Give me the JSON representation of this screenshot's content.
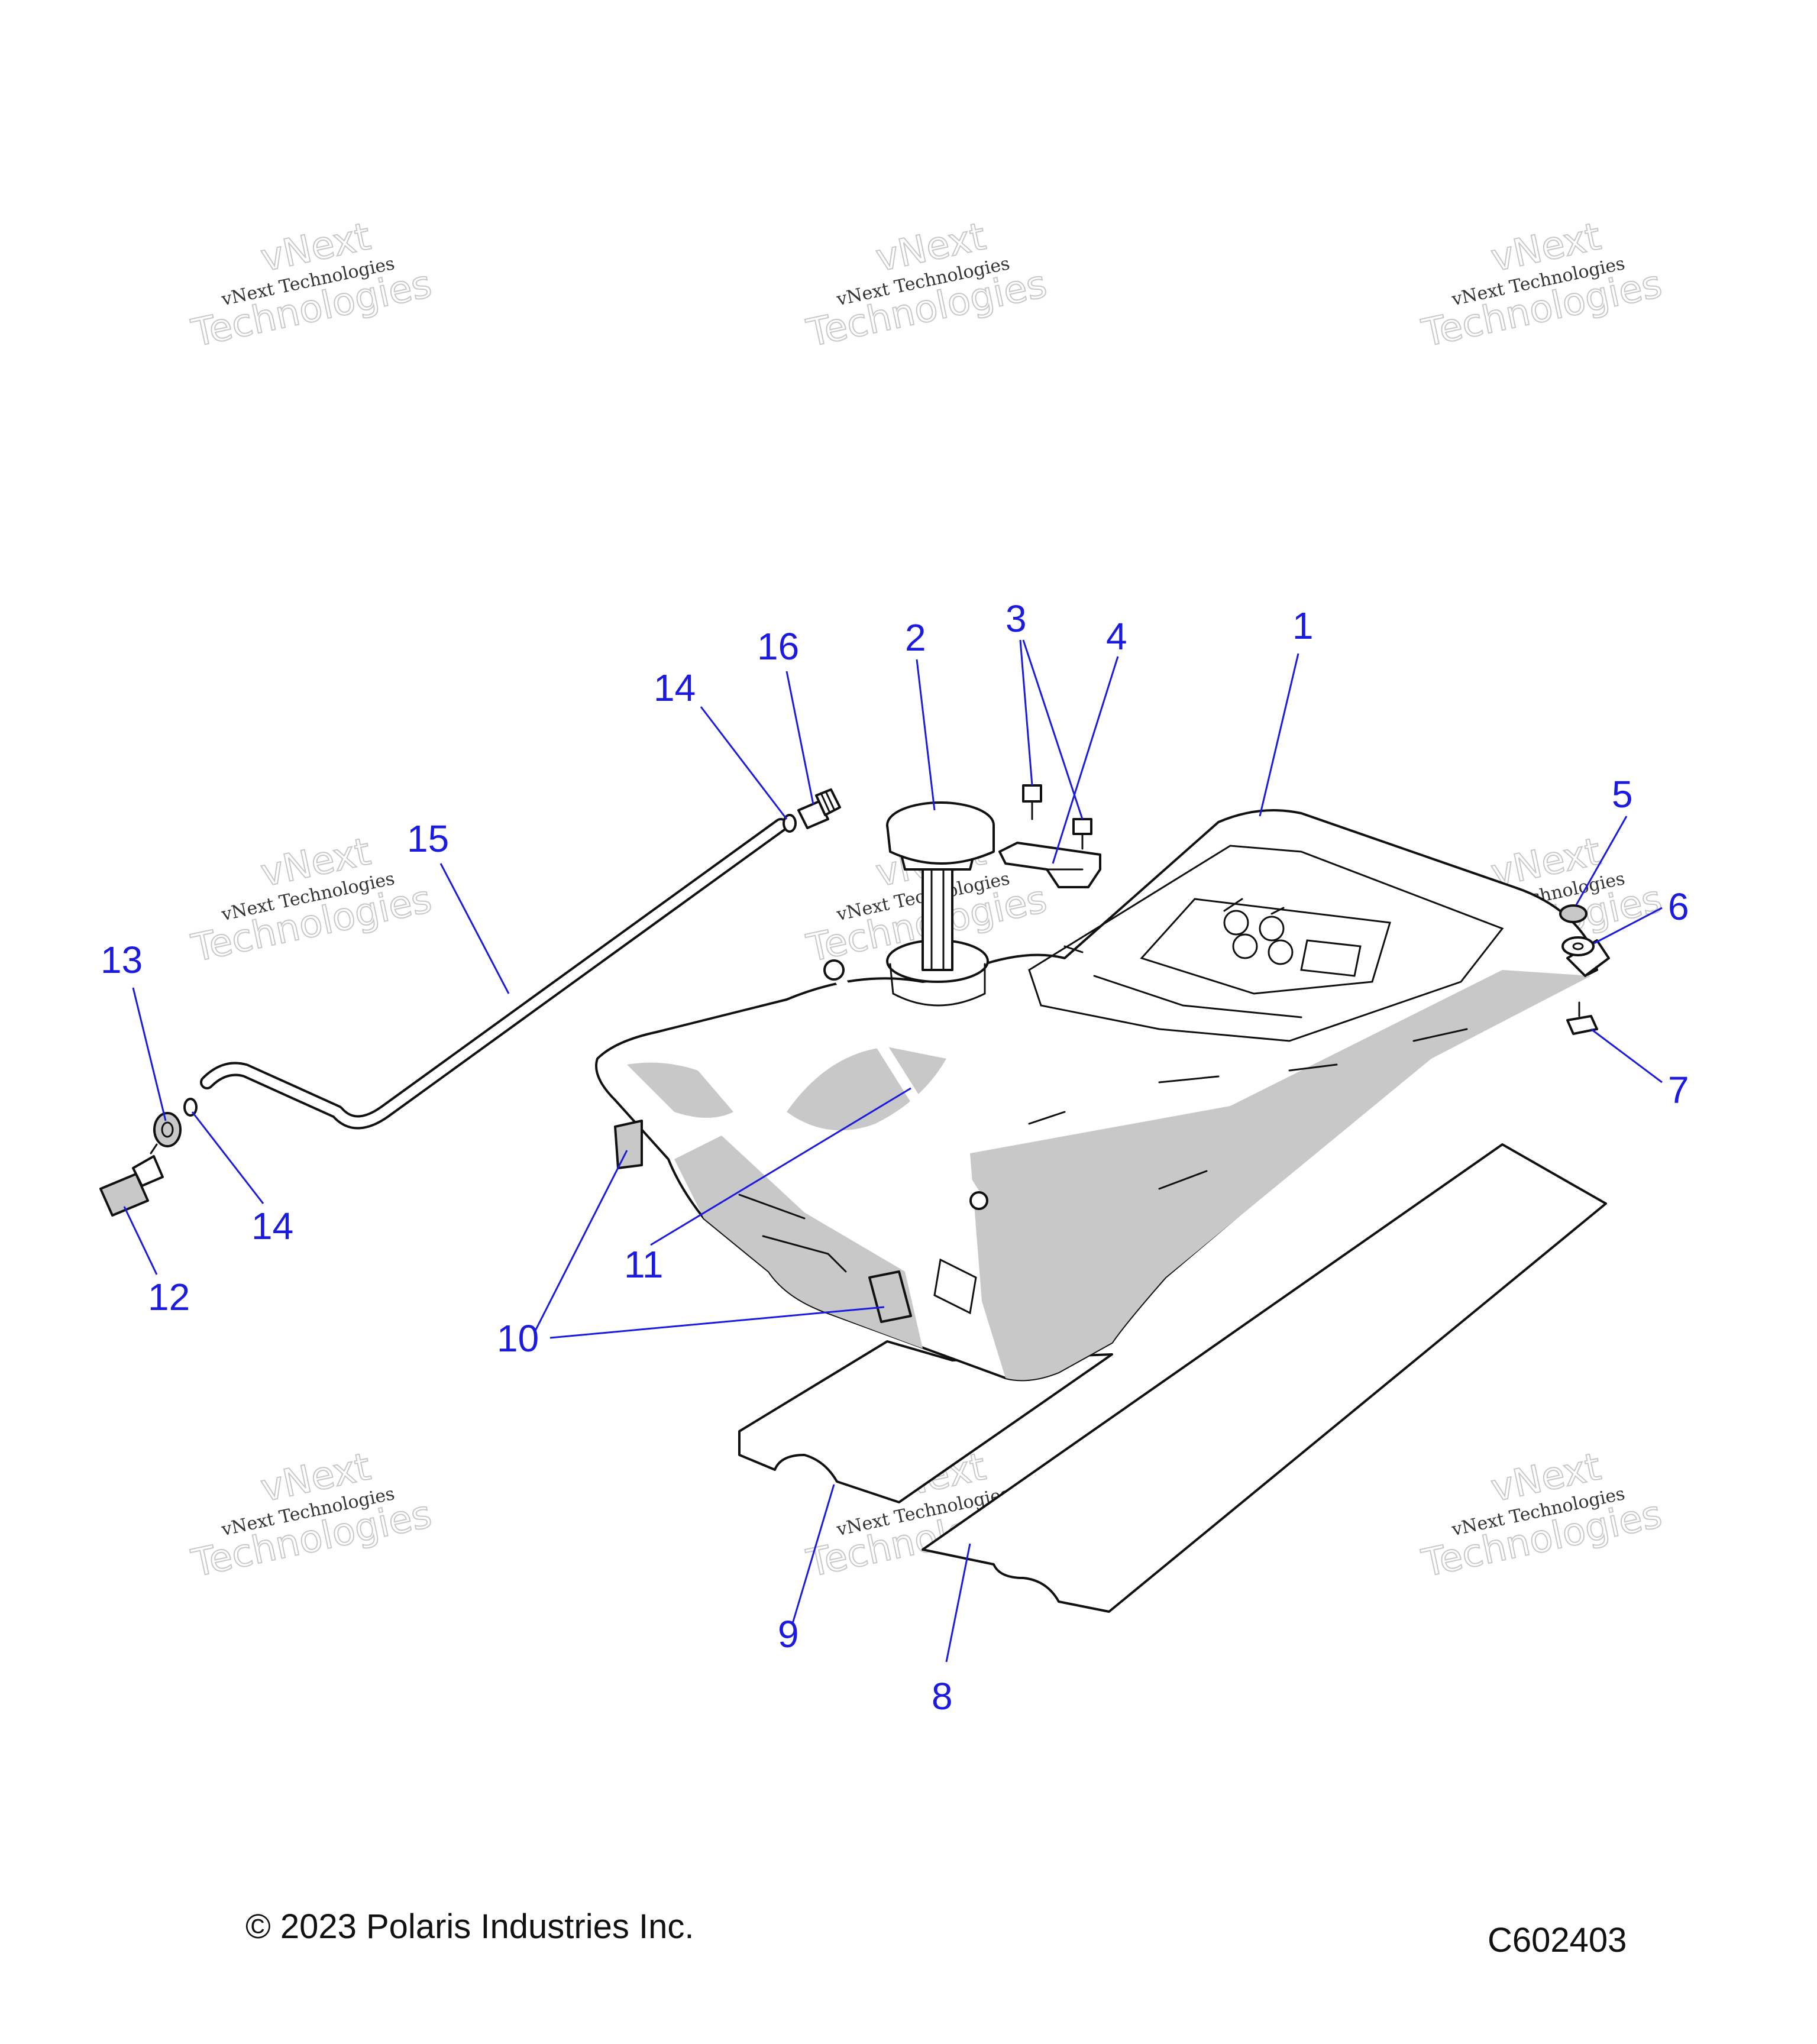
{
  "watermark": {
    "line1": "vNext",
    "line2": "vNext Technologies",
    "line3": "Technologies"
  },
  "callouts": {
    "c1": "1",
    "c2": "2",
    "c3": "3",
    "c4": "4",
    "c5": "5",
    "c6": "6",
    "c7": "7",
    "c8": "8",
    "c9": "9",
    "c10": "10",
    "c11": "11",
    "c12": "12",
    "c13": "13",
    "c14a": "14",
    "c14b": "14",
    "c15": "15",
    "c16": "16"
  },
  "footer": {
    "copyright": "© 2023 Polaris Industries Inc.",
    "drawing_code": "C602403"
  },
  "colors": {
    "callout": "#1a1ae0",
    "line": "#111111",
    "shade": "#c8c8c8"
  }
}
